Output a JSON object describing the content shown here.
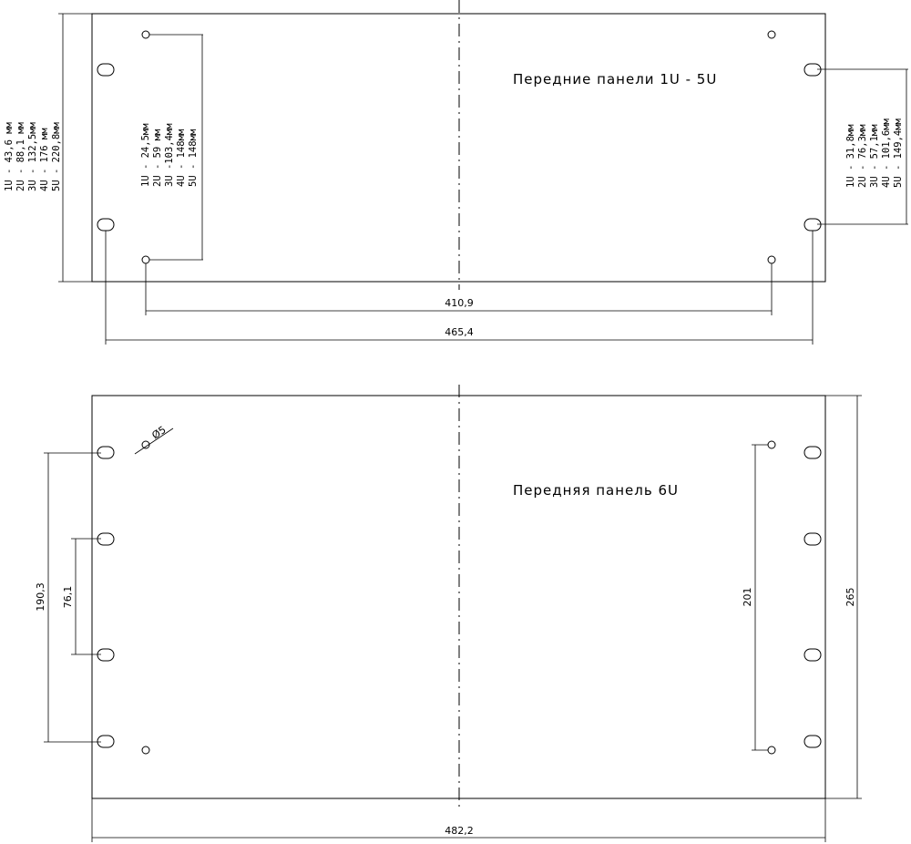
{
  "panel_1u_5u": {
    "title": "Передние панели 1U - 5U",
    "left_heights": [
      "1U - 43,6 мм",
      "2U - 88,1 мм",
      "3U - 132,5мм",
      "4U - 176 мм",
      "5U - 220,8мм"
    ],
    "inner_spacing": [
      "1U - 24,5мм",
      "2U - 59 мм",
      "3U -103,4мм",
      "4U - 148мм",
      "5U - 148мм"
    ],
    "right_spacing": [
      "1U - 31,8мм",
      "2U - 76,3мм",
      "3U - 57,1мм",
      "4U - 101,6мм",
      "5U - 149,4мм"
    ],
    "dim_inner_width": "410,9",
    "dim_outer_width": "465,4"
  },
  "panel_6u": {
    "title": "Передняя панель 6U",
    "hole_diameter": "Ø5",
    "dim_left_outer": "190,3",
    "dim_left_inner": "76,1",
    "dim_right_inner": "201",
    "dim_height": "265",
    "dim_width": "482,2"
  }
}
